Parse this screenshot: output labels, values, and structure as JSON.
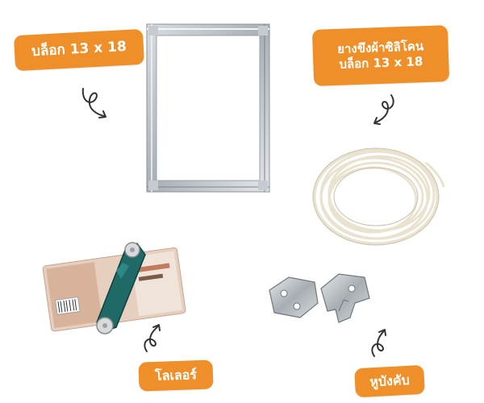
{
  "colors": {
    "accent": "#ef8f2a"
  },
  "labels": {
    "frame": "บล็อก 13 x 18",
    "rope_line1": "ยางขึงผ้าซิลิโคน",
    "rope_line2": "บล็อก 13 x 18",
    "squeegee": "โลเลอร์",
    "hinge": "หูบังคับ"
  },
  "icons": [
    "curly-arrow-icon"
  ]
}
